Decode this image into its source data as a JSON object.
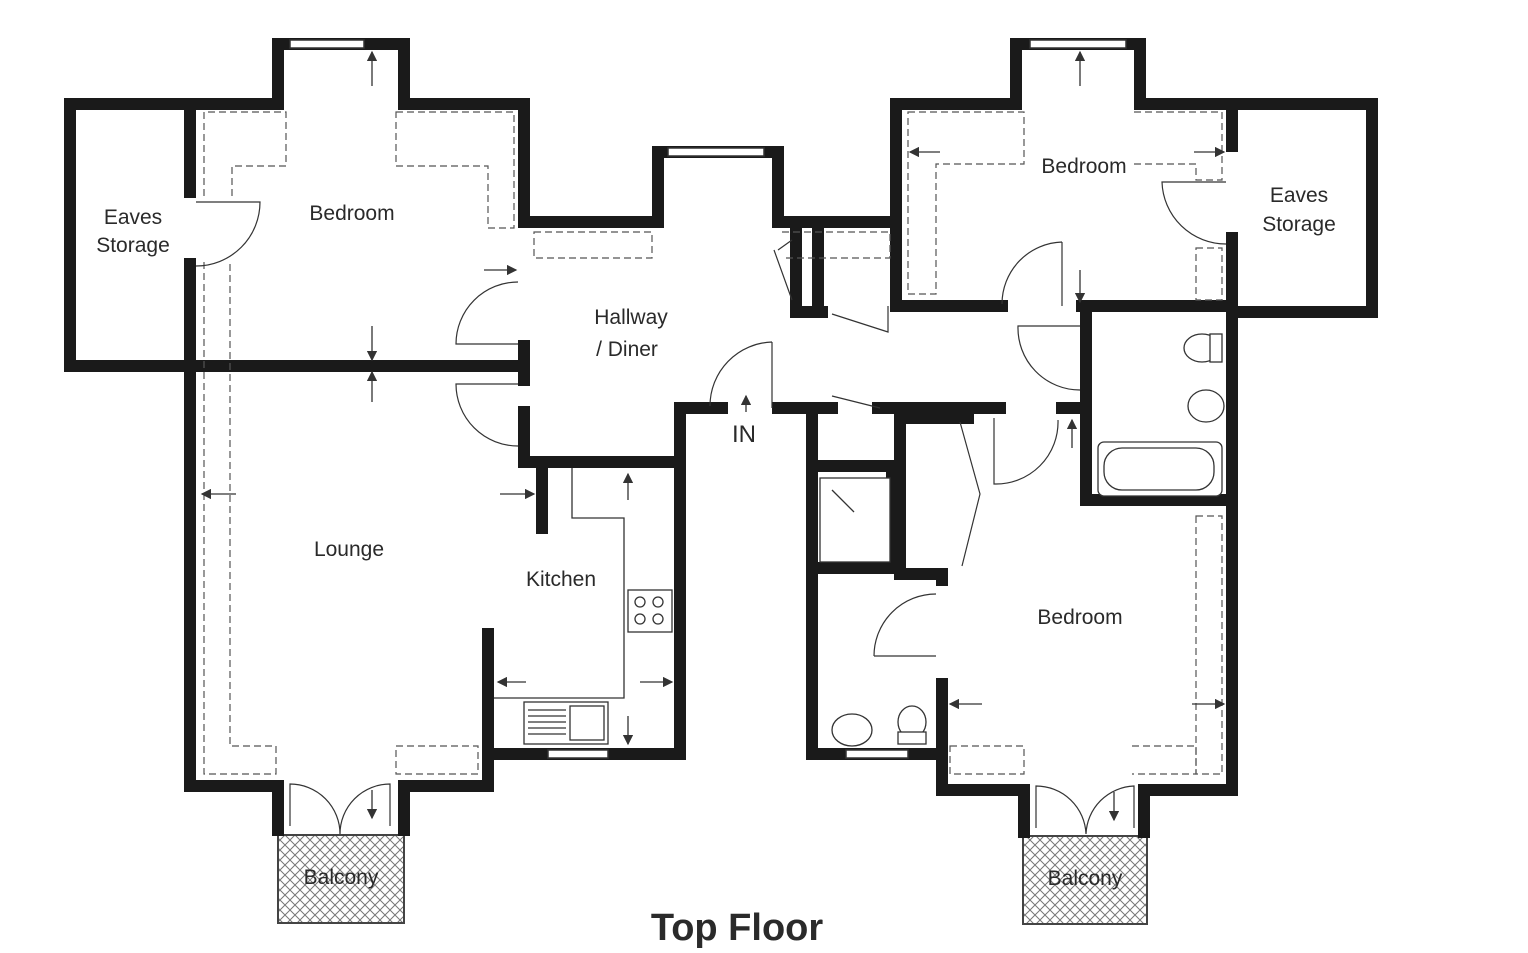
{
  "floor_title": "Top Floor",
  "entrance_label": "IN",
  "rooms": {
    "left_eaves_line1": "Eaves",
    "left_eaves_line2": "Storage",
    "left_bedroom": "Bedroom",
    "hallway_line1": "Hallway",
    "hallway_line2": "/ Diner",
    "lounge": "Lounge",
    "kitchen": "Kitchen",
    "left_balcony": "Balcony",
    "right_bedroom_top": "Bedroom",
    "right_eaves_line1": "Eaves",
    "right_eaves_line2": "Storage",
    "right_bedroom_bottom": "Bedroom",
    "right_balcony": "Balcony"
  }
}
